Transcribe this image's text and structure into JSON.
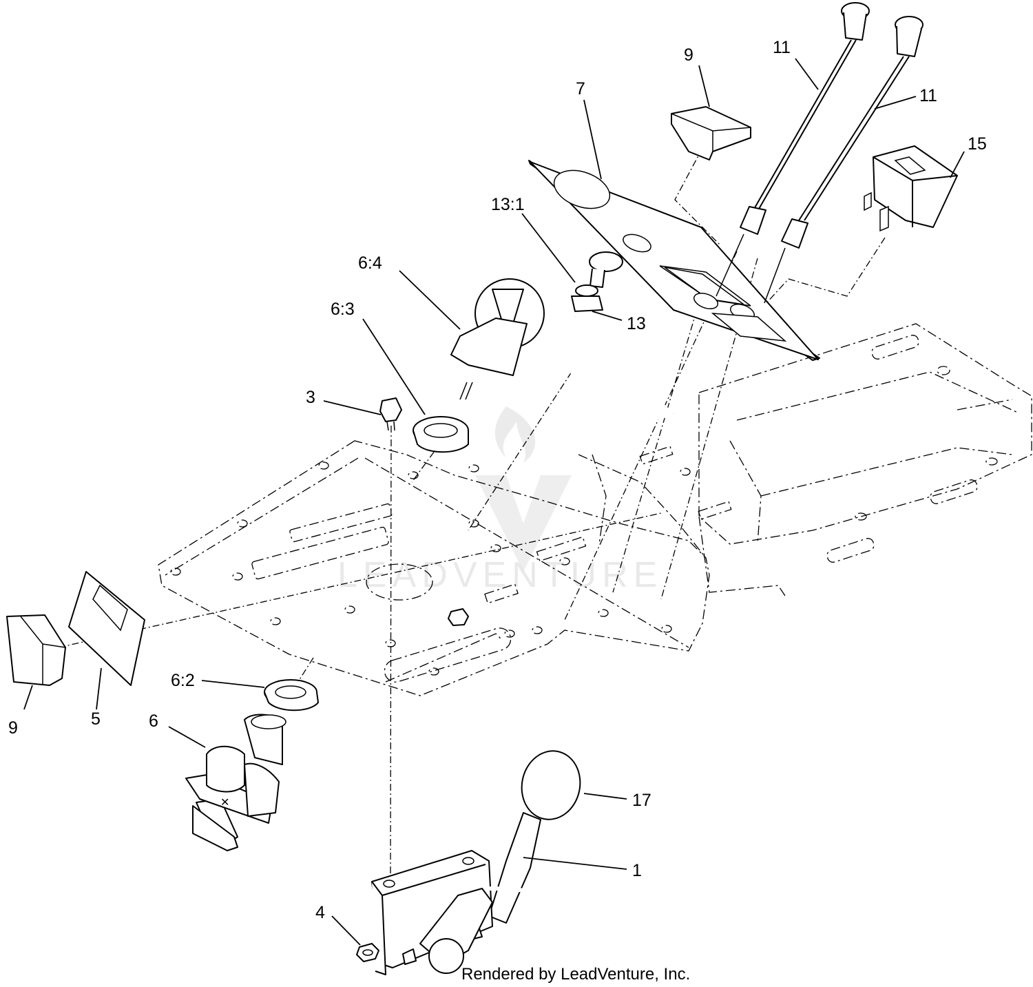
{
  "callouts": [
    {
      "id": "c-11a",
      "text": "11"
    },
    {
      "id": "c-11b",
      "text": "11"
    },
    {
      "id": "c-9a",
      "text": "9"
    },
    {
      "id": "c-7",
      "text": "7"
    },
    {
      "id": "c-15",
      "text": "15"
    },
    {
      "id": "c-13-1",
      "text": "13:1"
    },
    {
      "id": "c-6-4",
      "text": "6:4"
    },
    {
      "id": "c-13",
      "text": "13"
    },
    {
      "id": "c-6-3",
      "text": "6:3"
    },
    {
      "id": "c-3",
      "text": "3"
    },
    {
      "id": "c-6-2",
      "text": "6:2"
    },
    {
      "id": "c-6",
      "text": "6"
    },
    {
      "id": "c-9b",
      "text": "9"
    },
    {
      "id": "c-5",
      "text": "5"
    },
    {
      "id": "c-17",
      "text": "17"
    },
    {
      "id": "c-1",
      "text": "1"
    },
    {
      "id": "c-4",
      "text": "4"
    }
  ],
  "watermark": "LEADVENTURE",
  "credit": "Rendered by LeadVenture, Inc."
}
